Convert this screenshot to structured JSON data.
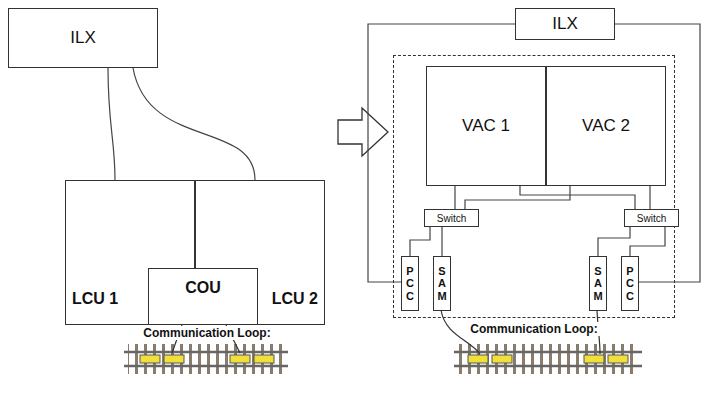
{
  "diagram": {
    "nodes": [
      {
        "text": [
          "ILX"
        ]
      },
      {
        "text": [
          "LCU 1"
        ]
      },
      {
        "text": [
          "LCU 2"
        ]
      },
      {
        "text": [
          "COU"
        ]
      },
      {
        "text": [
          "ILX"
        ]
      },
      {
        "text": []
      },
      {
        "text": [
          "VAC 1"
        ],
        "in": 5
      },
      {
        "text": [
          "VAC 2"
        ],
        "in": 5
      },
      {
        "text": [
          "Switch"
        ],
        "in": 5
      },
      {
        "text": [
          "Switch"
        ],
        "in": 5
      },
      {
        "text": [
          "PCC"
        ],
        "in": 5
      },
      {
        "text": [
          "SAM"
        ],
        "in": 5
      },
      {
        "text": [
          "SAM"
        ],
        "in": 5
      },
      {
        "text": [
          "PCC"
        ],
        "in": 5
      }
    ],
    "edges": [
      {
        "from": 0,
        "to": 1,
        "arrow": "none"
      },
      {
        "from": 0,
        "to": 2,
        "arrow": "none"
      },
      {
        "from": 4,
        "to": 10,
        "arrow": "none"
      },
      {
        "from": 4,
        "to": 13,
        "arrow": "none"
      },
      {
        "from": 6,
        "to": 8,
        "arrow": "none"
      },
      {
        "from": 6,
        "to": 9,
        "arrow": "none"
      },
      {
        "from": 7,
        "to": 8,
        "arrow": "none"
      },
      {
        "from": 7,
        "to": 9,
        "arrow": "none"
      },
      {
        "from": 8,
        "to": 10,
        "arrow": "none"
      },
      {
        "from": 8,
        "to": 11,
        "arrow": "none"
      },
      {
        "from": 9,
        "to": 12,
        "arrow": "none"
      },
      {
        "from": 9,
        "to": 13,
        "arrow": "none"
      }
    ],
    "labels": [
      "Communication Loop:",
      "Communication Loop:"
    ]
  }
}
